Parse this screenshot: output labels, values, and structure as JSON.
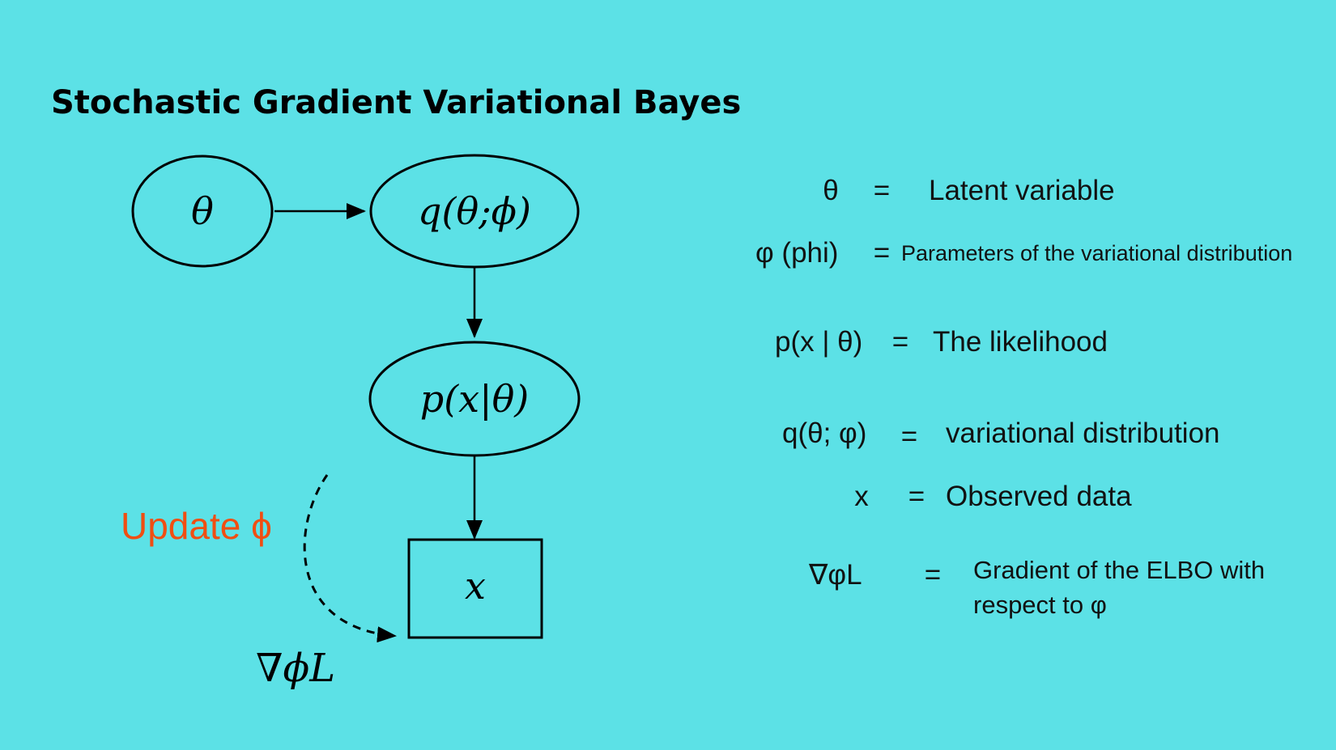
{
  "title": "Stochastic Gradient Variational Bayes",
  "colors": {
    "background": "#5ce1e6",
    "accent": "#f04e12",
    "ink": "#000000"
  },
  "diagram": {
    "nodes": {
      "theta": "θ",
      "q": "q(θ;ϕ)",
      "p": "p(x|θ)",
      "x": "x"
    },
    "update_label": "Update ϕ",
    "gradient_label": "∇ϕL"
  },
  "legend": [
    {
      "symbol": "θ",
      "eq": "=",
      "meaning": "Latent variable"
    },
    {
      "symbol": "φ (phi)",
      "eq": "=",
      "meaning": "Parameters of the variational distribution"
    },
    {
      "symbol": "p(x | θ)",
      "eq": "=",
      "meaning": "The likelihood"
    },
    {
      "symbol": "q(θ; φ)",
      "eq": "=",
      "meaning": "variational distribution"
    },
    {
      "symbol": "x",
      "eq": "=",
      "meaning": "Observed data"
    },
    {
      "symbol": "∇φL",
      "eq": "=",
      "meaning": "Gradient of the ELBO with",
      "meaning_line2": "respect to φ"
    }
  ]
}
